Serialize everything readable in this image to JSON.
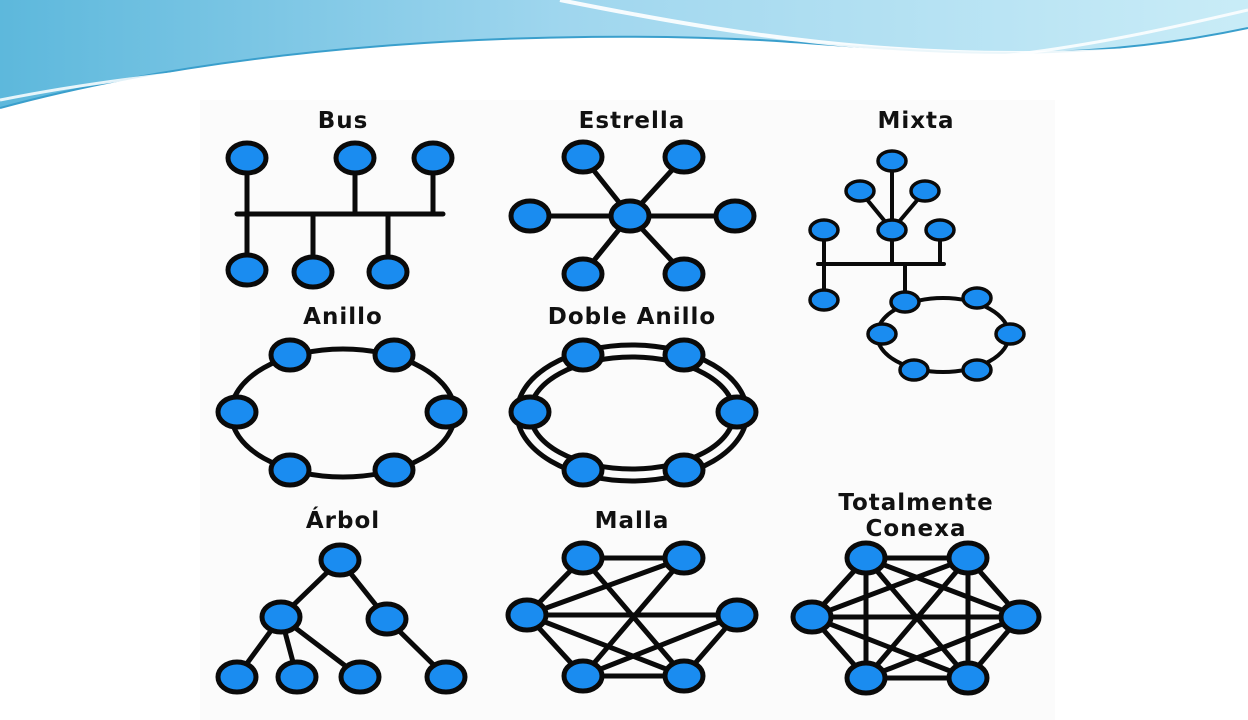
{
  "colors": {
    "node_fill": "#1a8cf0",
    "node_stroke": "#0a0a0a",
    "edge": "#0a0a0a",
    "wave_dark": "#4fb0d8",
    "wave_light": "#b8e2f2"
  },
  "topologies": {
    "bus": {
      "label": "Bus"
    },
    "star": {
      "label": "Estrella"
    },
    "mixed": {
      "label": "Mixta"
    },
    "ring": {
      "label": "Anillo"
    },
    "double_ring": {
      "label": "Doble Anillo"
    },
    "tree": {
      "label": "Árbol"
    },
    "mesh": {
      "label": "Malla"
    },
    "full": {
      "label_line1": "Totalmente",
      "label_line2": "Conexa"
    }
  }
}
